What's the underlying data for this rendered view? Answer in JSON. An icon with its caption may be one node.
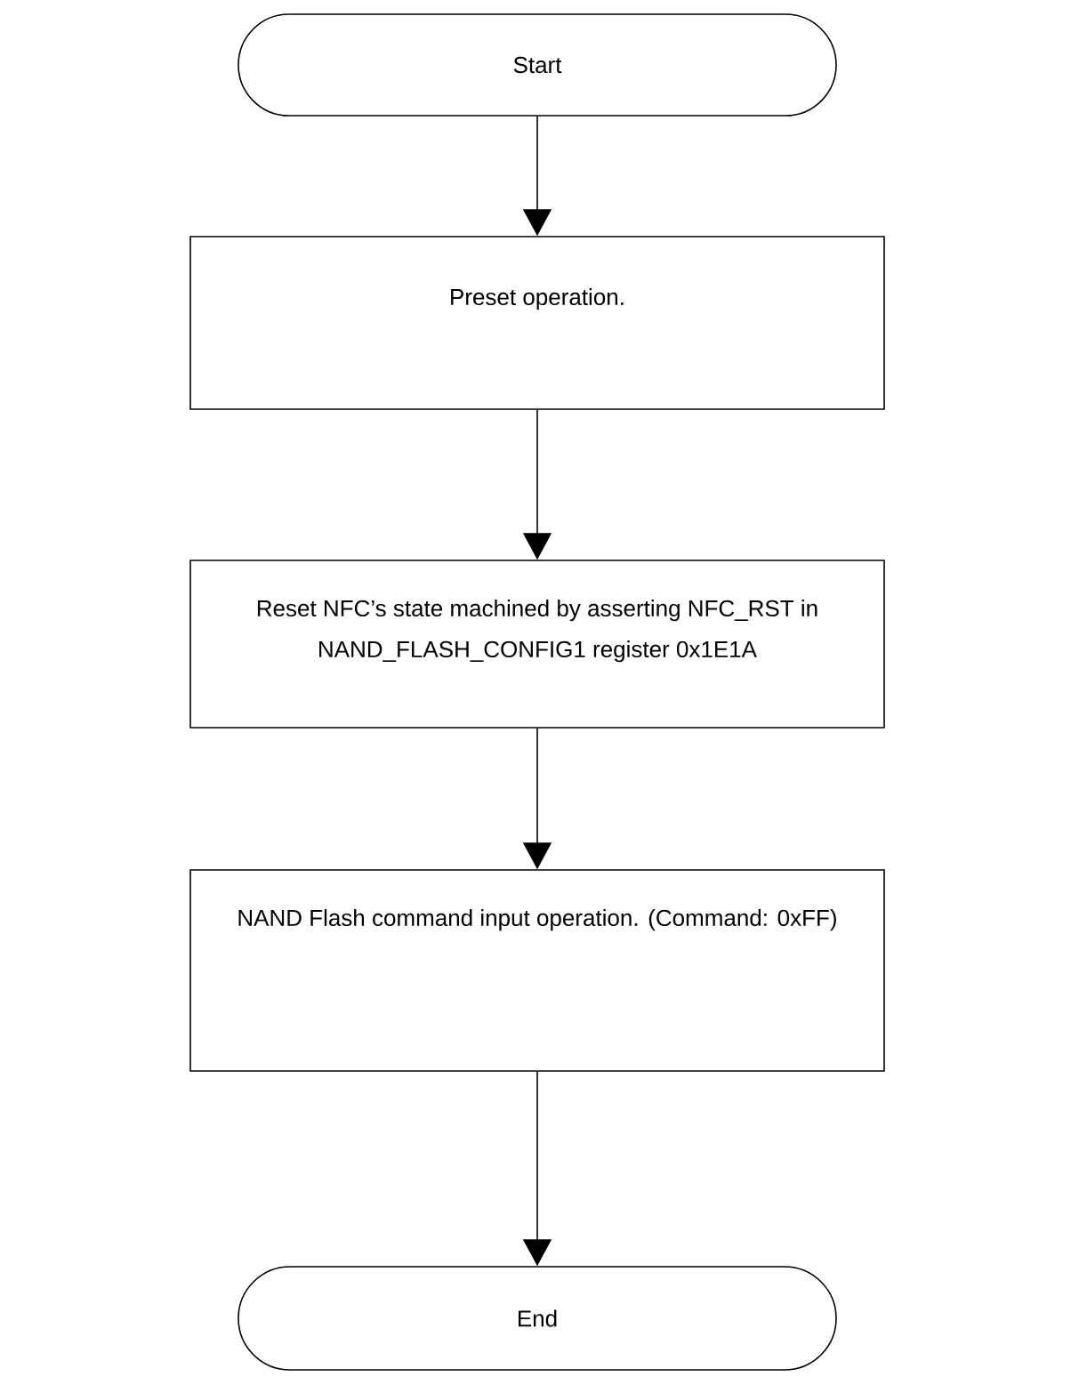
{
  "diagram": {
    "nodes": [
      {
        "text": [
          "Start"
        ]
      },
      {
        "text": [
          "Preset operation."
        ]
      },
      {
        "text": [
          "Reset NFC’s state machined by asserting NFC_RST in NAND_FLASH_CONFIG1 register 0x1E1A"
        ]
      },
      {
        "text": [
          "NAND Flash command input operation. (Command: 0xFF)"
        ]
      },
      {
        "text": [
          "End"
        ]
      }
    ],
    "edges": [
      {
        "from": 0,
        "to": 1,
        "arrow": "to"
      },
      {
        "from": 1,
        "to": 2,
        "arrow": "to"
      },
      {
        "from": 2,
        "to": 3,
        "arrow": "to"
      },
      {
        "from": 3,
        "to": 4,
        "arrow": "to"
      }
    ]
  }
}
